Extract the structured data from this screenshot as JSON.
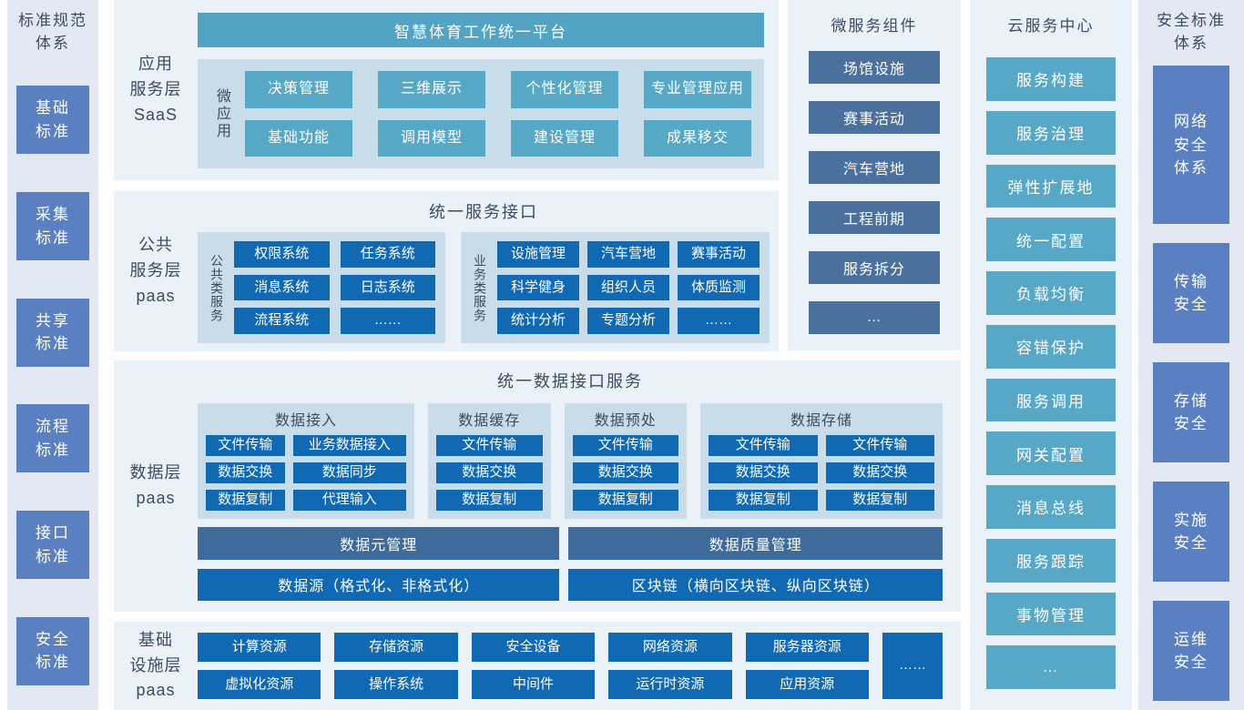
{
  "colors": {
    "sidebar_box_blue": "#5b80c1",
    "sidebar_bg": "#e3e8f2",
    "panel_bg": "#eaf2f8",
    "subpanel_bg": "#c8dcea",
    "teal_accent": "#53a3c4",
    "bright_blue": "#1169b3",
    "steel_box_blue": "#4c709e",
    "steel_bar_blue": "#3e6b99"
  },
  "left_sidebar": {
    "title": "标准规范\n体系",
    "items": [
      "基础\n标准",
      "采集\n标准",
      "共享\n标准",
      "流程\n标准",
      "接口\n标准",
      "安全\n标准"
    ]
  },
  "saas_layer": {
    "label": "应用\n服务层\nSaaS",
    "platform_title": "智慧体育工作统一平台",
    "micro_app_label": "微应用",
    "apps": [
      "决策管理",
      "三维展示",
      "个性化管理",
      "专业管理应用",
      "基础功能",
      "调用模型",
      "建设管理",
      "成果移交"
    ]
  },
  "public_layer": {
    "label": "公共\n服务层\npaas",
    "title": "统一服务接口",
    "public_group": {
      "vlabel": "公共类服务",
      "items": [
        "权限系统",
        "任务系统",
        "消息系统",
        "日志系统",
        "流程系统",
        "……"
      ]
    },
    "business_group": {
      "vlabel": "业务类服务",
      "items": [
        "设施管理",
        "汽车营地",
        "赛事活动",
        "科学健身",
        "组织人员",
        "体质监测",
        "统计分析",
        "专题分析",
        "……"
      ]
    }
  },
  "data_layer": {
    "label": "数据层\npaas",
    "title": "统一数据接口服务",
    "groups": [
      {
        "title": "数据接入",
        "items": [
          "文件传输",
          "业务数据接入",
          "数据交换",
          "数据同步",
          "数据复制",
          "代理输入"
        ]
      },
      {
        "title": "数据缓存",
        "items": [
          "文件传输",
          "数据交换",
          "数据复制"
        ]
      },
      {
        "title": "数据预处",
        "items": [
          "文件传输",
          "数据交换",
          "数据复制"
        ]
      },
      {
        "title": "数据存储",
        "items": [
          "文件传输",
          "文件传输",
          "数据交换",
          "数据交换",
          "数据复制",
          "数据复制"
        ]
      }
    ],
    "bars": {
      "meta": "数据元管理",
      "quality": "数据质量管理",
      "source": "数据源（格式化、非格式化）",
      "blockchain": "区块链（横向区块链、纵向区块链）"
    }
  },
  "infra_layer": {
    "label": "基础\n设施层\npaas",
    "row1": [
      "计算资源",
      "存储资源",
      "安全设备",
      "网络资源",
      "服务器资源"
    ],
    "row2": [
      "虚拟化资源",
      "操作系统",
      "中间件",
      "运行时资源",
      "应用资源"
    ],
    "more": "……"
  },
  "microservices": {
    "title": "微服务组件",
    "items": [
      "场馆设施",
      "赛事活动",
      "汽车营地",
      "工程前期",
      "服务拆分",
      "…"
    ]
  },
  "cloud_center": {
    "title": "云服务中心",
    "items": [
      "服务构建",
      "服务治理",
      "弹性扩展地",
      "统一配置",
      "负载均衡",
      "容错保护",
      "服务调用",
      "网关配置",
      "消息总线",
      "服务跟踪",
      "事物管理",
      "…"
    ]
  },
  "right_sidebar": {
    "title": "安全标准\n体系",
    "items": [
      "网络\n安全\n体系",
      "传输\n安全",
      "存储\n安全",
      "实施\n安全",
      "运维\n安全"
    ]
  }
}
